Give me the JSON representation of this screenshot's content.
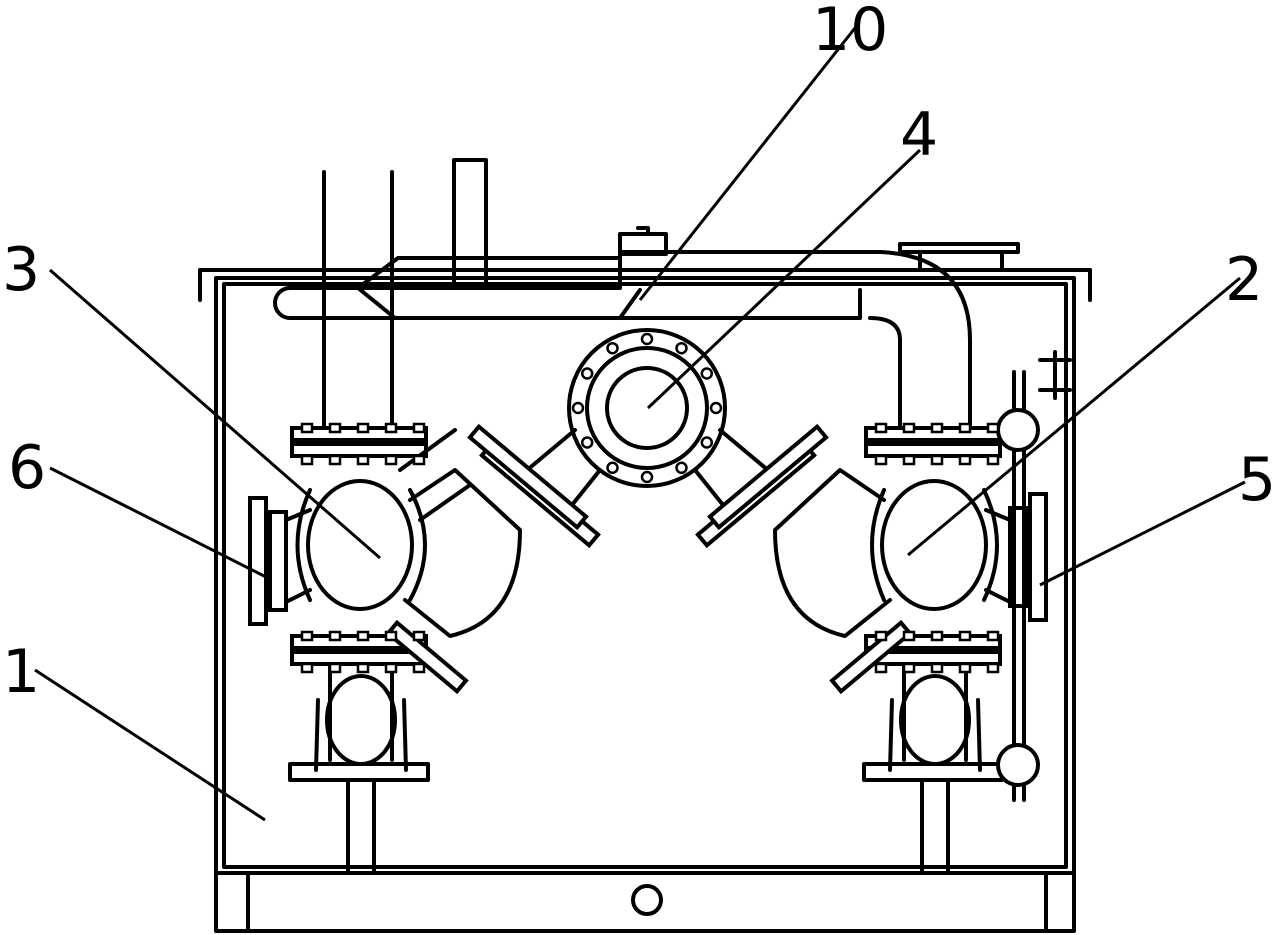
{
  "labels": {
    "l1": "1",
    "l2": "2",
    "l3": "3",
    "l4": "4",
    "l5": "5",
    "l6": "6",
    "l10": "10"
  }
}
